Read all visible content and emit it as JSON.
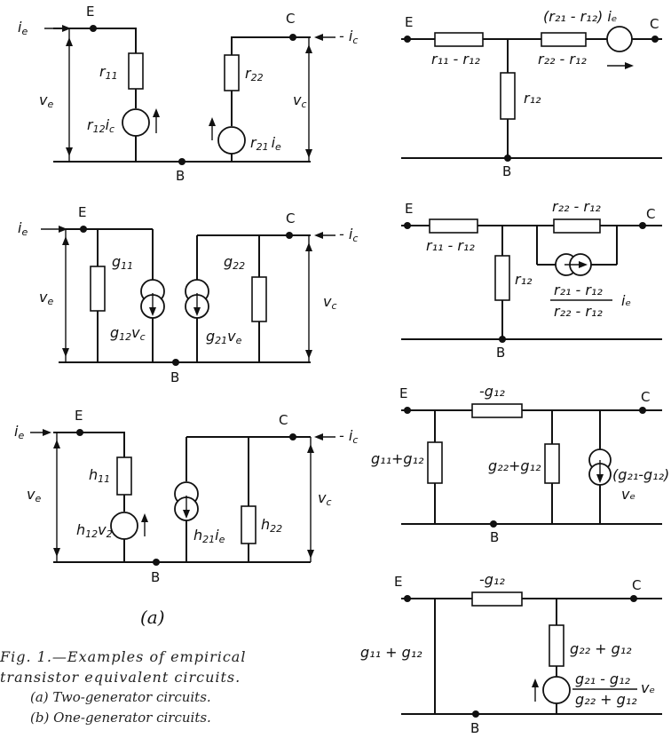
{
  "circuits": {
    "z_two_gen": {
      "node_e": "E",
      "node_c": "C",
      "node_b": "B",
      "i_e": "i",
      "i_e_sub": "e",
      "i_c": "- i",
      "i_c_sub": "c",
      "v_e": "v",
      "v_e_sub": "e",
      "v_c": "v",
      "v_c_sub": "c",
      "r11": "r",
      "r11_sub": "11",
      "r22": "r",
      "r22_sub": "22",
      "gen1": "r",
      "gen1_sub": "12",
      "gen1_var": "i",
      "gen1_var_sub": "c",
      "gen2": "r",
      "gen2_sub": "21",
      "gen2_var": "i",
      "gen2_var_sub": "e"
    },
    "y_two_gen": {
      "node_e": "E",
      "node_c": "C",
      "node_b": "B",
      "i_e": "i",
      "i_e_sub": "e",
      "i_c": "- i",
      "i_c_sub": "c",
      "v_e": "v",
      "v_e_sub": "e",
      "v_c": "v",
      "v_c_sub": "c",
      "g11": "g",
      "g11_sub": "11",
      "g22": "g",
      "g22_sub": "22",
      "gen1": "g",
      "gen1_sub": "12",
      "gen1_var": "v",
      "gen1_var_sub": "c",
      "gen2": "g",
      "gen2_sub": "21",
      "gen2_var": "v",
      "gen2_var_sub": "e"
    },
    "h_two_gen": {
      "node_e": "E",
      "node_c": "C",
      "node_b": "B",
      "i_e": "i",
      "i_e_sub": "e",
      "i_c": "- i",
      "i_c_sub": "c",
      "v_e": "v",
      "v_e_sub": "e",
      "v_c": "v",
      "v_c_sub": "c",
      "h11": "h",
      "h11_sub": "11",
      "h22": "h",
      "h22_sub": "22",
      "gen1": "h",
      "gen1_sub": "12",
      "gen1_var": "v",
      "gen1_var_sub": "2",
      "gen2": "h",
      "gen2_sub": "21",
      "gen2_var": "i",
      "gen2_var_sub": "e"
    },
    "t_one_gen": {
      "node_e": "E",
      "node_c": "C",
      "node_b": "B",
      "left_res": "r₁₁ - r₁₂",
      "right_res": "r₂₂ - r₁₂",
      "shunt_res": "r₁₂",
      "gen": "(r₂₁ - r₁₂) iₑ"
    },
    "t_one_gen_current": {
      "node_e": "E",
      "node_c": "C",
      "node_b": "B",
      "left_res": "r₁₁ - r₁₂",
      "top_res": "r₂₂ - r₁₂",
      "shunt_res": "r₁₂",
      "frac_num": "r₂₁ - r₁₂",
      "frac_den": "r₂₂ - r₁₂",
      "frac_var": "iₑ"
    },
    "pi_one_gen": {
      "node_e": "E",
      "node_c": "C",
      "node_b": "B",
      "series": "-g₁₂",
      "left": "g₁₁+g₁₂",
      "mid": "g₂₂+g₁₂",
      "gen": "(g₂₁-g₁₂)",
      "gen_var": "vₑ"
    },
    "pi_one_gen_voltage": {
      "node_e": "E",
      "node_c": "C",
      "node_b": "B",
      "series": "-g₁₂",
      "left": "g₁₁ + g₁₂",
      "right": "g₂₂ + g₁₂",
      "frac_num": "g₂₁ - g₁₂",
      "frac_den": "g₂₂ + g₁₂",
      "frac_var": "vₑ"
    }
  },
  "label_a": "(a)",
  "caption": {
    "line1": "Fig. 1.—Examples of empirical",
    "line2": "transistor equivalent circuits.",
    "line3": "(a) Two-generator circuits.",
    "line4": "(b) One-generator circuits."
  }
}
